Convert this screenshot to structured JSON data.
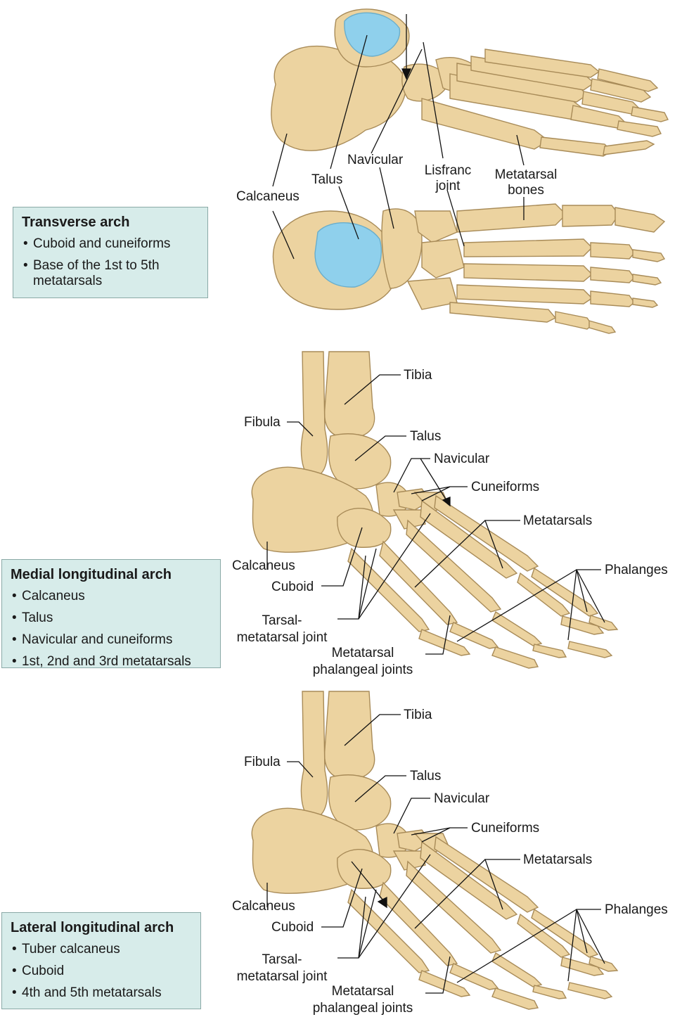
{
  "panels": [
    {
      "box": {
        "title": "Transverse arch",
        "items": [
          "Cuboid and cuneiforms",
          "Base of  the 1st to 5th metatarsals"
        ]
      },
      "labels": {
        "calcaneus": "Calcaneus",
        "talus": "Talus",
        "navicular": "Navicular",
        "lisfranc": "Lisfranc joint",
        "metatarsal_bones": "Metatarsal bones"
      }
    },
    {
      "box": {
        "title": "Medial longitudinal arch",
        "items": [
          "Calcaneus",
          "Talus",
          "Navicular and cuneiforms",
          "1st, 2nd and 3rd metatarsals"
        ]
      },
      "labels": {
        "tibia": "Tibia",
        "fibula": "Fibula",
        "talus": "Talus",
        "navicular": "Navicular",
        "cuneiforms": "Cuneiforms",
        "metatarsals": "Metatarsals",
        "phalanges": "Phalanges",
        "calcaneus": "Calcaneus",
        "cuboid": "Cuboid",
        "tarsal_metatarsal": "Tarsal-\nmetatarsal joint",
        "mtp_joints": "Metatarsal\nphalangeal joints"
      }
    },
    {
      "box": {
        "title": "Lateral longitudinal arch",
        "items": [
          "Tuber calcaneus",
          "Cuboid",
          "4th and 5th metatarsals"
        ]
      },
      "labels": {
        "tibia": "Tibia",
        "fibula": "Fibula",
        "talus": "Talus",
        "navicular": "Navicular",
        "cuneiforms": "Cuneiforms",
        "metatarsals": "Metatarsals",
        "phalanges": "Phalanges",
        "calcaneus": "Calcaneus",
        "cuboid": "Cuboid",
        "tarsal_metatarsal": "Tarsal-\nmetatarsal joint",
        "mtp_joints": "Metatarsal\nphalangeal joints"
      }
    }
  ],
  "colors": {
    "bone": "#ecd3a0",
    "bone_outline": "#a88b58",
    "cartilage": "#8fd0ec",
    "box_fill": "#d7ecea"
  }
}
